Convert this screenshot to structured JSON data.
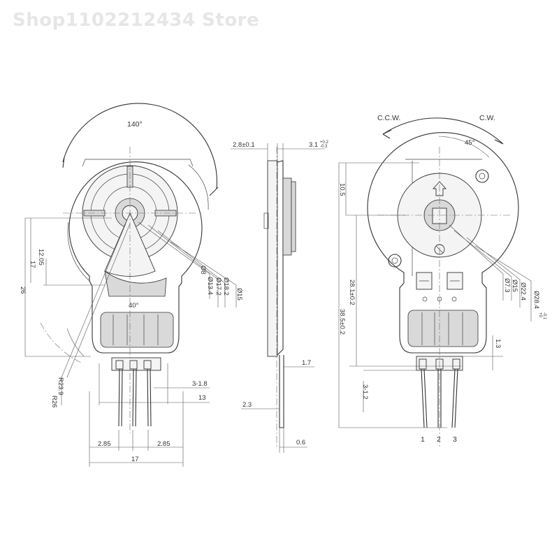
{
  "watermark": "Shop1102212434 Store",
  "front": {
    "angle_rotation": "140°",
    "angle_window": "40°",
    "dims": [
      "12.05",
      "17",
      "26",
      "Ø8",
      "Ø13.4",
      "Ø17.2",
      "Ø18.2",
      "Ø15",
      "R23.9",
      "R26",
      "3-1.8",
      "13",
      "2.85",
      "2.85",
      "17"
    ]
  },
  "side": {
    "dims": [
      "2.8±0.1",
      "3.1",
      "+0.2",
      "-0.3",
      "1.7",
      "2.3",
      "0.6"
    ]
  },
  "rear": {
    "ccw": "C.C.W.",
    "cw": "C.W.",
    "angle": "45°",
    "dims": [
      "10.5",
      "28.1±0.2",
      "38.5±0.2",
      "Ø7.3",
      "Ø15",
      "Ø22.4",
      "Ø28.4",
      "+0",
      "-0.1",
      "1.3",
      "3-1.2"
    ],
    "pins": [
      "1",
      "2",
      "3"
    ]
  }
}
